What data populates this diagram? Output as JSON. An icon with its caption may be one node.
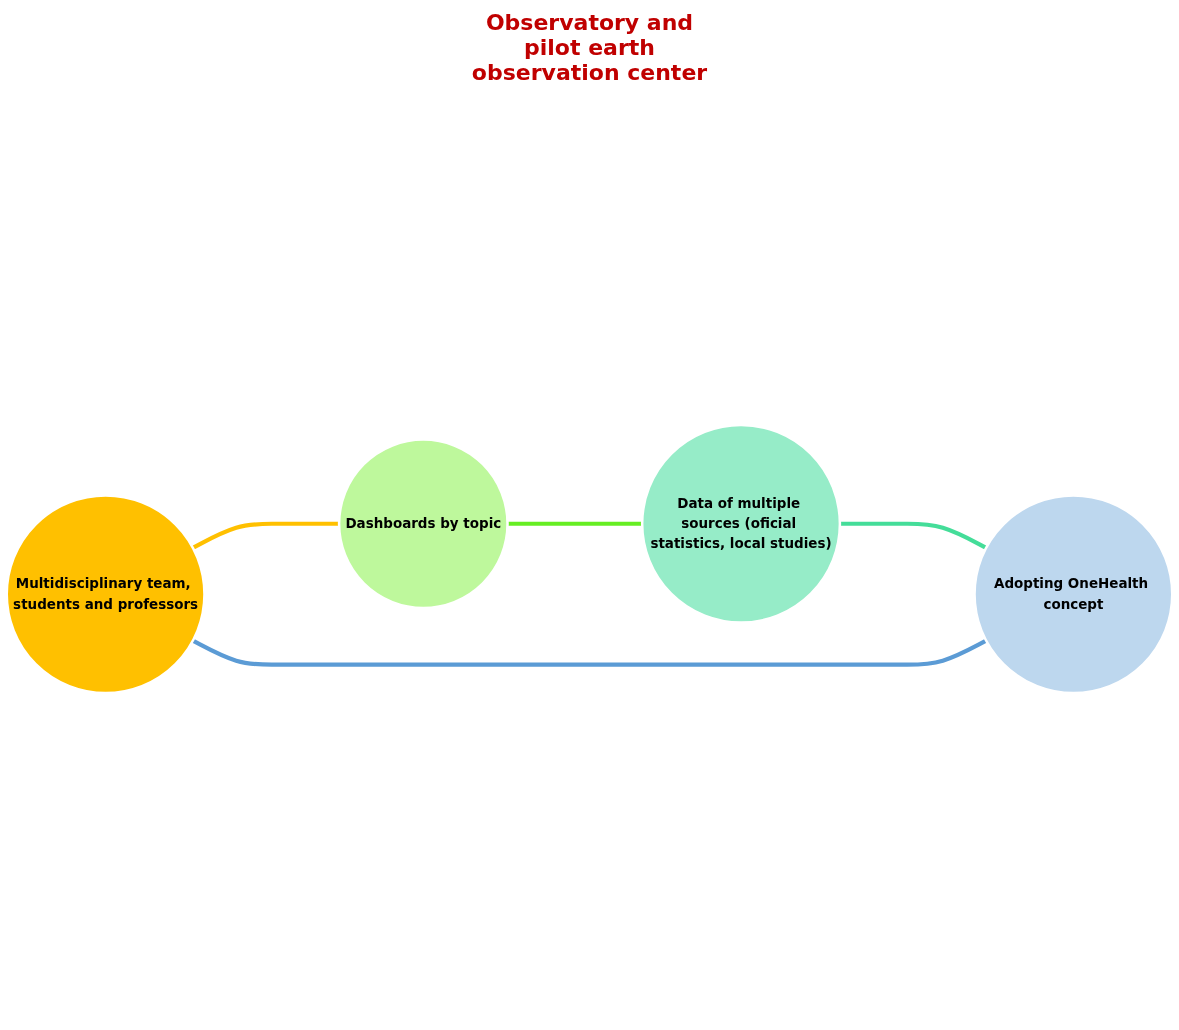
{
  "diagram": {
    "nodes": [
      {
        "text": [
          "Multidisciplinary team, students and professors"
        ]
      },
      {
        "text": [
          "Dashboards by topic"
        ]
      },
      {
        "text": [
          "Data of multiple sources (oficial statistics, local studies)"
        ]
      },
      {
        "text": [
          "Adopting OneHealth concept"
        ]
      }
    ],
    "edges": [
      {
        "from": 0,
        "to": 1,
        "arrow": "none",
        "color": "#ffc000"
      },
      {
        "from": 1,
        "to": 2,
        "arrow": "none",
        "color": "#66ee22"
      },
      {
        "from": 2,
        "to": 3,
        "arrow": "none",
        "color": "#44dd99"
      },
      {
        "from": 3,
        "to": 0,
        "arrow": "none",
        "color": "#5b9bd5"
      }
    ],
    "labels": [
      "Observatory and pilot earth observation center"
    ]
  }
}
